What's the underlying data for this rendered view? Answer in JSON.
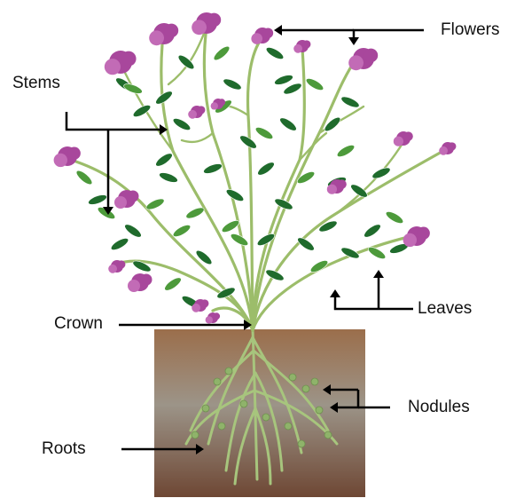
{
  "labels": {
    "flowers": "Flowers",
    "stems": "Stems",
    "leaves": "Leaves",
    "crown": "Crown",
    "nodules": "Nodules",
    "roots": "Roots"
  },
  "colors": {
    "stem": "#9cbd6a",
    "leaf_dark": "#1f6b2c",
    "leaf_light": "#4d9a3b",
    "flower": "#a8479c",
    "flower_light": "#c26bb6",
    "soil_top": "#9b6e4b",
    "soil_mid": "#9c9488",
    "soil_bottom": "#6e4734",
    "root": "#a7c57d",
    "nodule": "#8fb36a",
    "pointer": "#000000",
    "text": "#111111"
  }
}
